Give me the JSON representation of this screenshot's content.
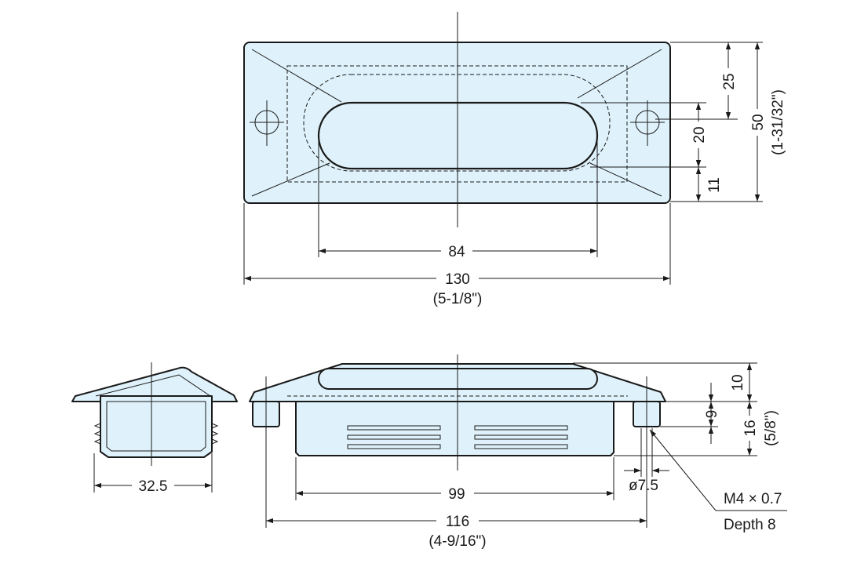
{
  "colors": {
    "part_fill": "#dff2fb",
    "line": "#1a1a1a"
  },
  "top_view": {
    "dims": {
      "opening_length": "84",
      "overall_length": "130",
      "overall_length_in": "(5-1/8\")",
      "edge_to_recess": "25",
      "recess_width": "20",
      "recess_to_edge": "11",
      "overall_width": "50",
      "overall_width_in": "(1-31/32\")"
    }
  },
  "side_view": {
    "dims": {
      "width": "32.5"
    }
  },
  "front_view": {
    "dims": {
      "body_length": "99",
      "boss_pitch": "116",
      "boss_pitch_in": "(4-9/16\")",
      "boss_dia": "ø7.5",
      "flange_height": "10",
      "boss_height": "9",
      "body_depth": "16",
      "body_depth_in": "(5/8\")",
      "thread": "M4 × 0.7",
      "thread_depth": "Depth 8"
    }
  }
}
